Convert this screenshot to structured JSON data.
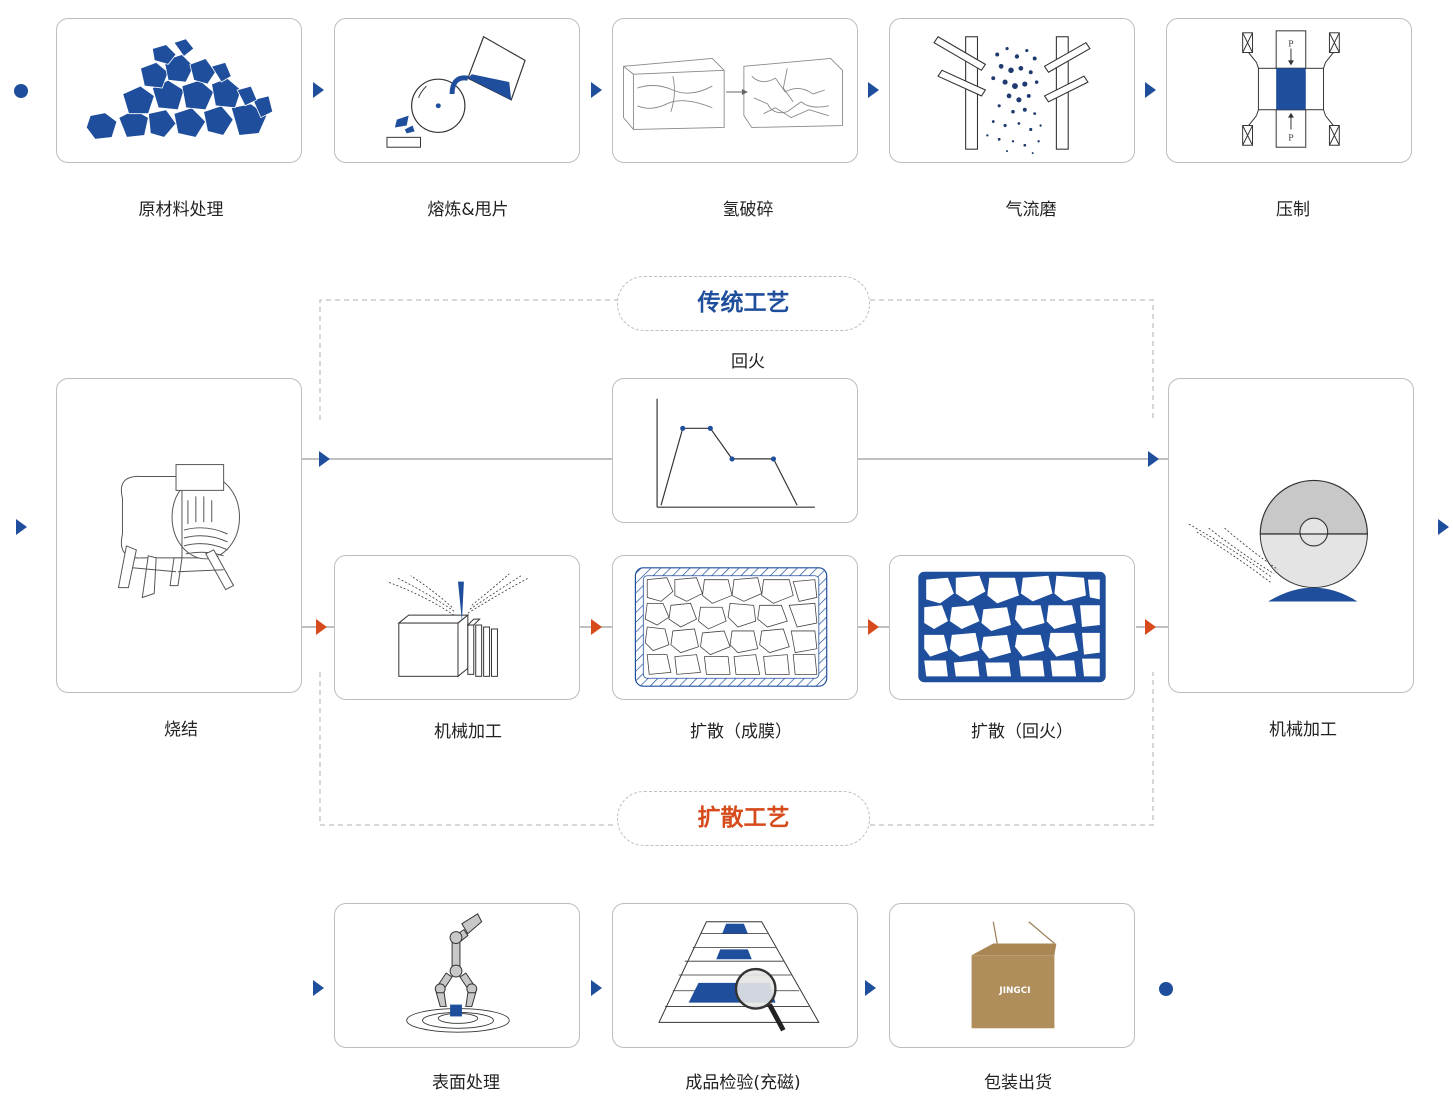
{
  "colors": {
    "blue": "#1f4e9c",
    "red": "#d64a1c",
    "line": "#9a9a9a",
    "dashed": "#bfbfbf"
  },
  "steps": {
    "raw": "原材料处理",
    "melt": "熔炼&甩片",
    "hydrogen": "氢破碎",
    "jetmill": "气流磨",
    "press": "压制",
    "sinter": "烧结",
    "anneal": "回火",
    "machining_left": "机械加工",
    "diffusion_film": "扩散（成膜）",
    "diffusion_anneal": "扩散（回火）",
    "machining_right": "机械加工",
    "surface": "表面处理",
    "inspection": "成品检验(充磁)",
    "packaging": "包装出货"
  },
  "routes": {
    "traditional": "传统工艺",
    "diffusion": "扩散工艺"
  },
  "icons": {
    "raw": "crushed-ore-icon",
    "melt": "strip-casting-icon",
    "hydrogen": "hydrogen-decrepitation-icon",
    "jetmill": "jet-mill-icon",
    "press": "press-icon",
    "sinter": "sintering-furnace-icon",
    "anneal": "temperature-profile-icon",
    "machining_left": "cutting-icon",
    "diffusion_film": "grain-coating-icon",
    "diffusion_anneal": "grain-boundary-diffusion-icon",
    "machining_right": "grinding-wheel-icon",
    "surface": "robot-arm-dip-icon",
    "inspection": "magnifier-inspection-icon",
    "packaging": "cardboard-box-icon"
  },
  "packaging": {
    "brand": "JINGCI"
  },
  "press": {
    "pressure_mark": "P"
  }
}
